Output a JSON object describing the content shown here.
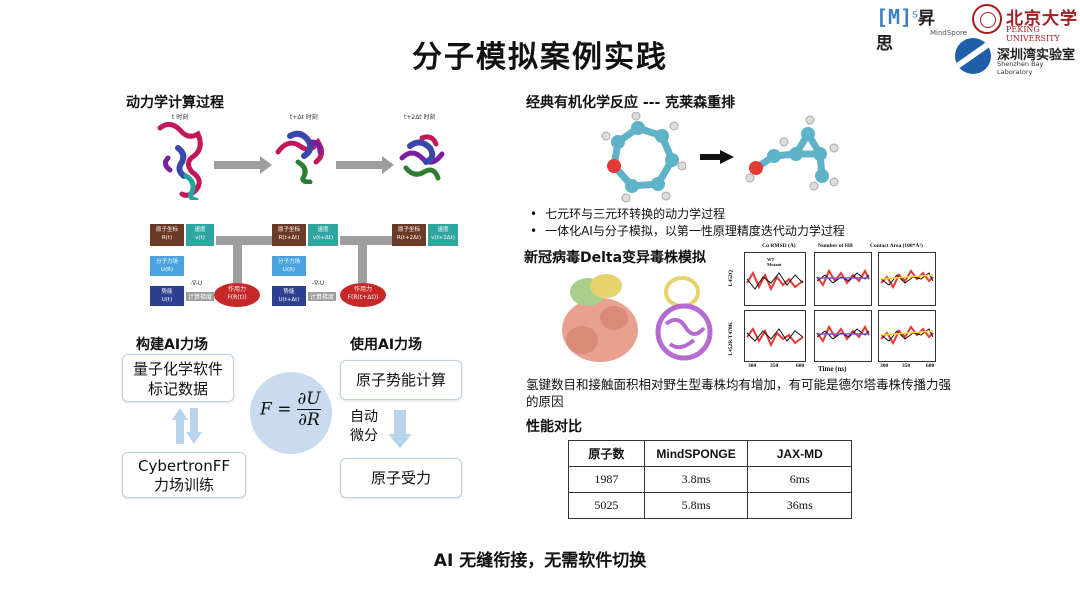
{
  "header": {
    "title": "分子模拟案例实践",
    "mindspore_bracket": "[M]",
    "mindspore_sup": "S",
    "mindspore_cn": "昇思",
    "mindspore_en": "MindSpore",
    "pku_cn": "北京大学",
    "pku_en": "PEKING UNIVERSITY",
    "szbl_cn": "深圳湾实验室",
    "szbl_en": "Shenzhen Bay Laboratory"
  },
  "md_process": {
    "heading": "动力学计算过程",
    "time_labels": [
      "t 时刻",
      "t+Δt 时刻",
      "t+2Δt 时刻"
    ],
    "columns": [
      {
        "coord": "原子坐标",
        "coord_var": "R(t)",
        "vel": "速度",
        "vel_var": "v(t)",
        "ff": "分子力场",
        "ff_var": "U(R)",
        "energy": "势能",
        "energy_var": "U(t)",
        "force": "作用力",
        "force_var": "F(R(t))"
      },
      {
        "coord": "原子坐标",
        "coord_var": "R(t+Δt)",
        "vel": "速度",
        "vel_var": "v(t+Δt)",
        "ff": "分子力场",
        "ff_var": "U(R)",
        "energy": "势能",
        "energy_var": "U(t+Δt)",
        "force": "作用力",
        "force_var": "F(R(t+Δt))"
      },
      {
        "coord": "原子坐标",
        "coord_var": "R(t+2Δt)",
        "vel": "速度",
        "vel_var": "v(t+2Δt)"
      }
    ],
    "grad_label": "-∇ᵣU",
    "autodiff_label": "计算梯度"
  },
  "ai_ff": {
    "build_heading": "构建AI力场",
    "use_heading": "使用AI力场",
    "qc_data": "量子化学软件标记数据",
    "cybertron": "CybertronFF力场训练",
    "potential_calc": "原子势能计算",
    "autodiff": "自动微分",
    "atom_force": "原子受力",
    "formula_lhs": "F =",
    "formula_num": "∂U",
    "formula_den": "∂R"
  },
  "claisen": {
    "heading": "经典有机化学反应 --- 克莱森重排",
    "bullets": [
      "七元环与三元环转换的动力学过程",
      "一体化AI与分子模拟，以第一性原理精度迭代动力学过程"
    ]
  },
  "covid": {
    "heading": "新冠病毒Delta变异毒株模拟",
    "chart_titles": [
      "Cα RMSD (Å)",
      "Number of HB",
      "Contact Area (100*Å²)"
    ],
    "row_labels": [
      "L452Q",
      "L452R/T478K"
    ],
    "legend": [
      "WT",
      "Mutant"
    ],
    "x_axis_label": "Time (ns)",
    "x_ticks": [
      "300",
      "350",
      "600"
    ],
    "description": "氢键数目和接触面积相对野生型毒株均有增加，有可能是德尔塔毒株传播力强的原因"
  },
  "performance": {
    "heading": "性能对比",
    "columns": [
      "原子数",
      "MindSPONGE",
      "JAX-MD"
    ],
    "rows": [
      [
        "1987",
        "3.8ms",
        "6ms"
      ],
      [
        "5025",
        "5.8ms",
        "36ms"
      ]
    ]
  },
  "footer": "AI 无缝衔接，无需软件切换",
  "colors": {
    "accent_blue": "#3b7fc4",
    "pku_red": "#a41d21",
    "force_red": "#c62828",
    "circle_blue": "#c9dcef"
  }
}
